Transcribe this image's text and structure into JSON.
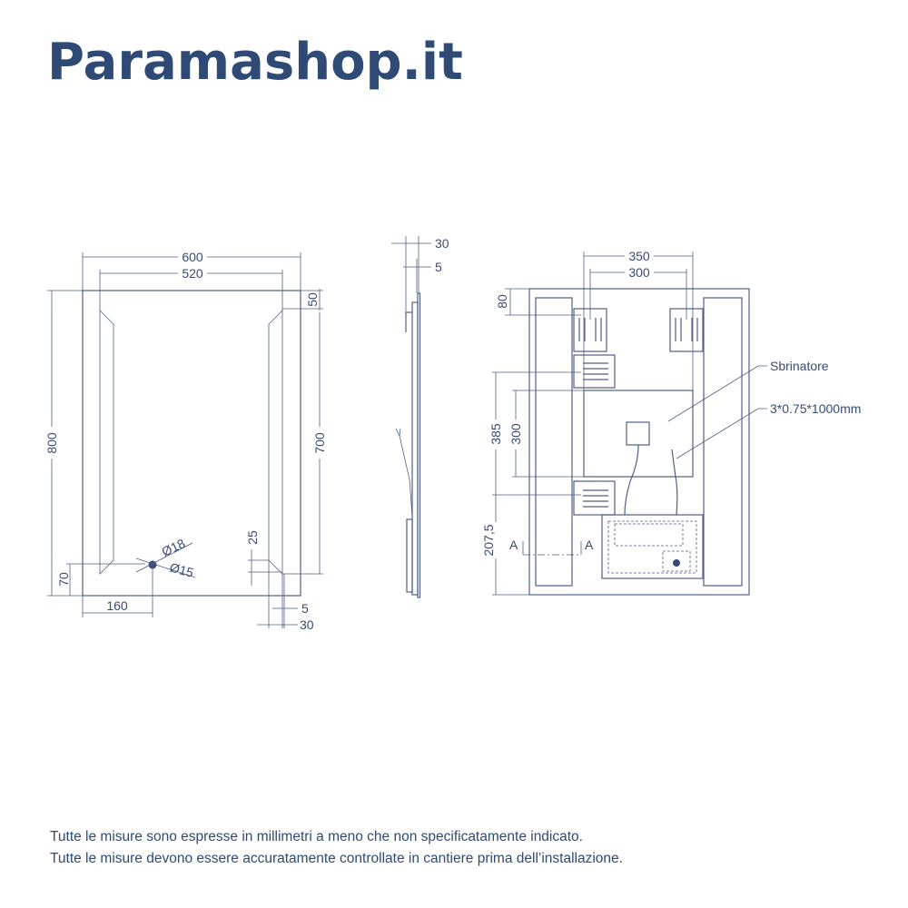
{
  "brand": {
    "logo": "Paramashop.it",
    "color": "#2e4a75"
  },
  "front_view": {
    "width": "600",
    "inner_width": "520",
    "height": "800",
    "led_height": "700",
    "top_offset": "50",
    "bottom_offset": "70",
    "switch_x": "160",
    "dia_outer": "Ø18",
    "dia_inner": "Ø15",
    "gap_25": "25",
    "led_5": "5",
    "led_30": "30"
  },
  "side_view": {
    "depth": "30",
    "glass": "5"
  },
  "back_view": {
    "bracket_outer": "350",
    "bracket_inner": "300",
    "top_80": "80",
    "v_385": "385",
    "v_300": "300",
    "v_207": "207,5",
    "section_a_left": "A",
    "section_a_right": "A",
    "label_defroster": "Sbrinatore",
    "label_cable": "3*0.75*1000mm"
  },
  "notes": [
    "Tutte le misure sono espresse in millimetri a meno che non specificatamente indicato.",
    "Tutte le misure devono essere accuratamente controllate in cantiere prima dell’installazione."
  ],
  "line_color": "#4f5f85"
}
